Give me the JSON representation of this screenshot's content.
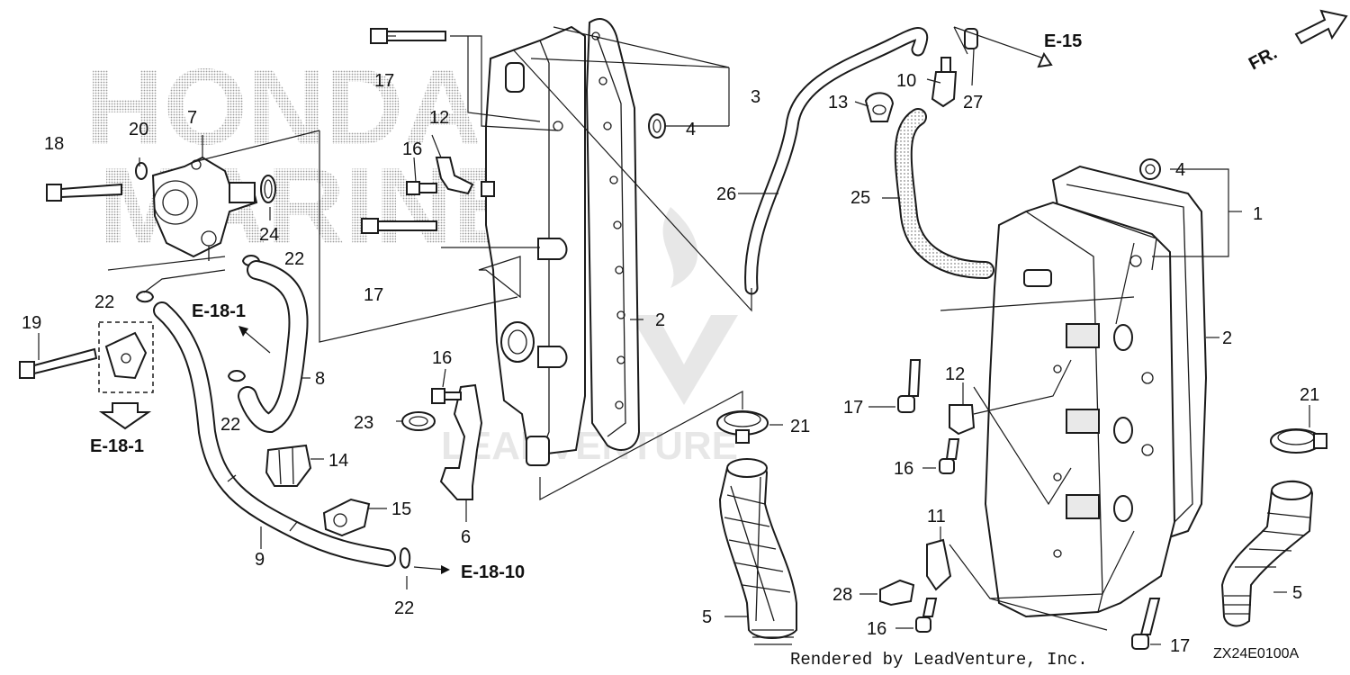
{
  "watermark": {
    "brand_line1": "HONDA",
    "brand_line2": "MARINE",
    "ghost_text": "LEADVENTURE"
  },
  "callouts": {
    "c1": "1",
    "c2a": "2",
    "c2b": "2",
    "c3": "3",
    "c4a": "4",
    "c4b": "4",
    "c5a": "5",
    "c5b": "5",
    "c6": "6",
    "c7": "7",
    "c8": "8",
    "c9": "9",
    "c10": "10",
    "c11": "11",
    "c12a": "12",
    "c12b": "12",
    "c13": "13",
    "c14": "14",
    "c15": "15",
    "c16a": "16",
    "c16b": "16",
    "c16c": "16",
    "c16d": "16",
    "c17a": "17",
    "c17b": "17",
    "c17c": "17",
    "c17d": "17",
    "c18": "18",
    "c19": "19",
    "c20": "20",
    "c21a": "21",
    "c21b": "21",
    "c22a": "22",
    "c22b": "22",
    "c22c": "22",
    "c22d": "22",
    "c23": "23",
    "c24": "24",
    "c25": "25",
    "c26": "26",
    "c27": "27",
    "c28": "28"
  },
  "references": {
    "e15": "E-15",
    "e18_1_top": "E-18-1",
    "e18_1_bottom": "E-18-1",
    "e18_10": "E-18-10"
  },
  "front_indicator": "FR.",
  "footer": {
    "rendered_by": "Rendered by LeadVenture, Inc.",
    "diagram_code": "ZX24E0100A"
  }
}
